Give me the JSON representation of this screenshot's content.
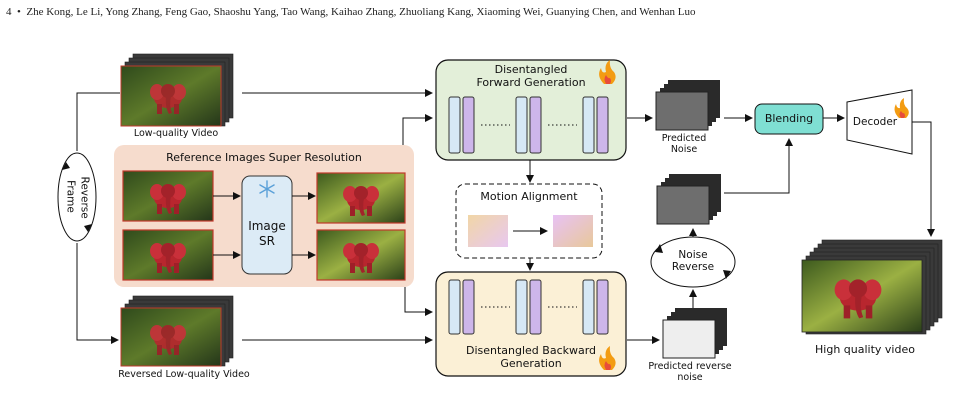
{
  "header": {
    "page_number": "4",
    "bullet": "•",
    "authors": "Zhe Kong, Le Li, Yong Zhang, Feng Gao, Shaoshu Yang, Tao Wang, Kaihao Zhang, Zhuoliang Kang, Xiaoming Wei, Guanying Chen, and Wenhan Luo"
  },
  "diagram": {
    "low_quality_video": "Low-quality Video",
    "frame_reverse": [
      "Frame",
      "Reverse"
    ],
    "reversed_video": "Reversed Low-quality Video",
    "reference_sr": "Reference Images Super Resolution",
    "image_sr": [
      "Image",
      "SR"
    ],
    "forward_generation": [
      "Disentangled",
      "Forward Generation"
    ],
    "backward_generation": [
      "Disentangled Backward",
      "Generation"
    ],
    "motion_alignment": "Motion Alignment",
    "predicted_noise": [
      "Predicted",
      "Noise"
    ],
    "predicted_reverse_noise": [
      "Predicted reverse",
      "noise"
    ],
    "noise_reverse": [
      "Noise",
      "Reverse"
    ],
    "blending": "Blending",
    "decoder": "Decoder",
    "high_quality_video": "High quality video"
  },
  "colors": {
    "forward_fill": "#e3efd9",
    "backward_fill": "#fbf0d6",
    "reference_fill": "#f6dccd",
    "blending_fill": "#7fdfd3",
    "block_blue": "#d6e8f5",
    "block_purple": "#cdb6ea",
    "noise_dark": "#6e6e6e",
    "noise_light": "#eeeeee",
    "image_sr_fill": "#dcebf6"
  },
  "icons": [
    "fire-icon",
    "snowflake-icon"
  ]
}
